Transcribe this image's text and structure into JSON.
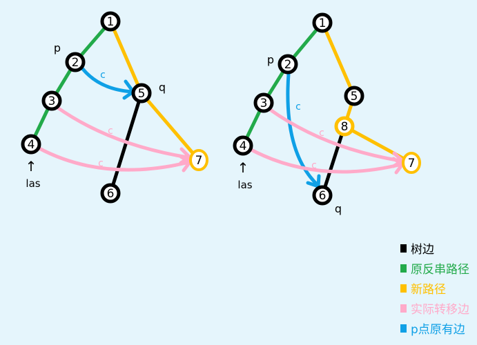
{
  "colors": {
    "tree": "#000000",
    "original_chain": "#22aa4a",
    "new_path": "#ffc000",
    "actual_move": "#ffaac9",
    "p_original": "#0fa0e6",
    "bg": "#e5f5fc"
  },
  "diagrams": [
    {
      "nodes": [
        "1",
        "2",
        "3",
        "4",
        "5",
        "6",
        "7"
      ],
      "labels": {
        "p": "p",
        "q": "q",
        "las": "las",
        "arrow": "↑",
        "c": "c"
      }
    },
    {
      "nodes": [
        "1",
        "2",
        "3",
        "4",
        "5",
        "8",
        "6",
        "7"
      ],
      "labels": {
        "p": "p",
        "q": "q",
        "las": "las",
        "arrow": "↑",
        "c": "c"
      }
    }
  ],
  "legend": [
    {
      "label": "树边",
      "color": "#000000"
    },
    {
      "label": "原反串路径",
      "color": "#22aa4a"
    },
    {
      "label": "新路径",
      "color": "#ffc000"
    },
    {
      "label": "实际转移边",
      "color": "#ffaac9"
    },
    {
      "label": "p点原有边",
      "color": "#0fa0e6"
    }
  ]
}
